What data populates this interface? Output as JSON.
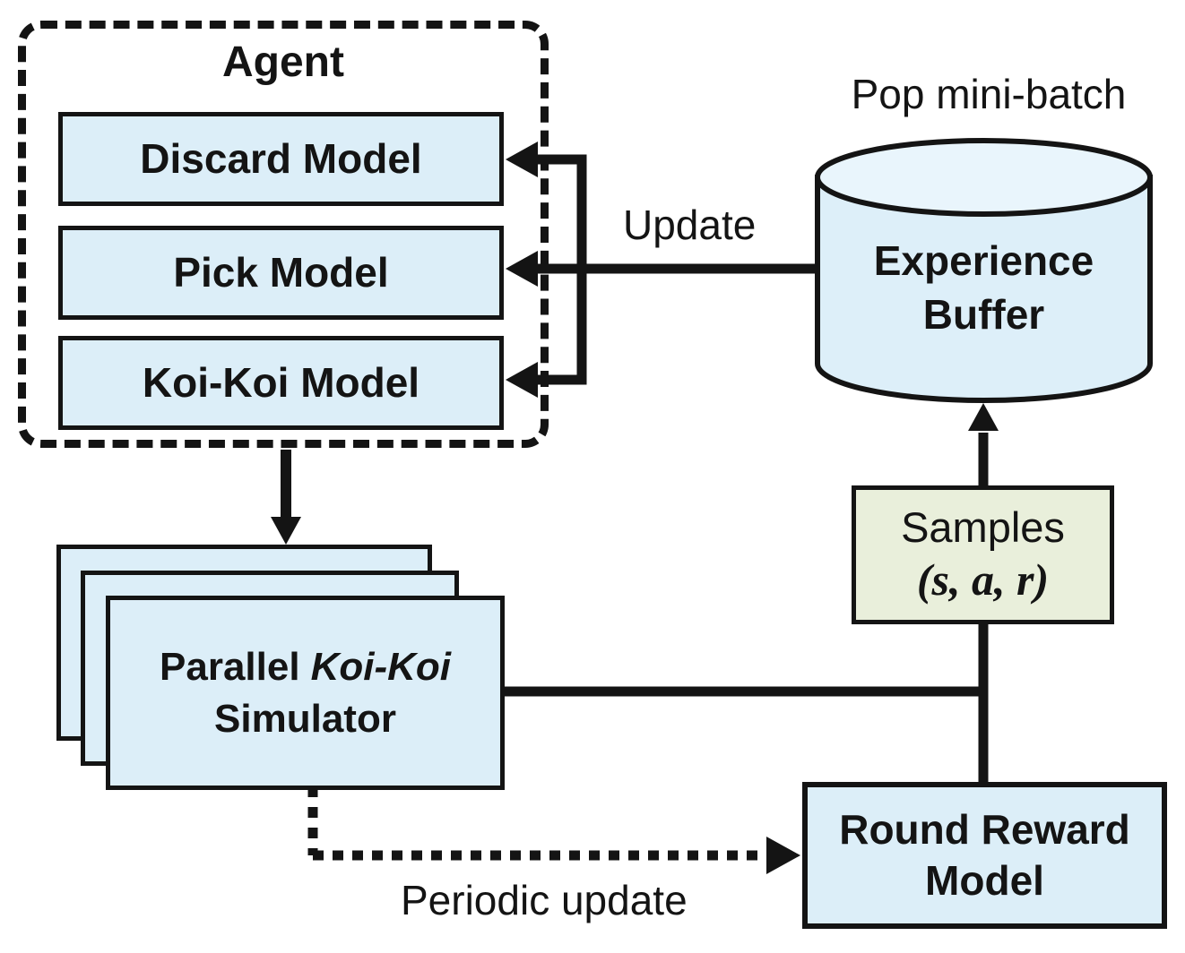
{
  "diagram": {
    "agent": {
      "title": "Agent",
      "models": [
        "Discard Model",
        "Pick Model",
        "Koi-Koi Model"
      ]
    },
    "experience_buffer": {
      "caption": "Pop mini-batch",
      "label_line1": "Experience",
      "label_line2": "Buffer"
    },
    "update_label": "Update",
    "samples": {
      "title": "Samples",
      "tuple": "(s, a, r)"
    },
    "simulator": {
      "word_regular": "Parallel",
      "word_italic": "Koi-Koi",
      "line2": "Simulator"
    },
    "round_reward": {
      "label_line1": "Round Reward",
      "label_line2": "Model"
    },
    "periodic_label": "Periodic update",
    "colors": {
      "box_blue": "#dceef8",
      "box_green": "#e9efdb",
      "cylinder_body": "#ddeff9",
      "cylinder_top": "#e9f5fc",
      "stroke": "#141414"
    }
  }
}
